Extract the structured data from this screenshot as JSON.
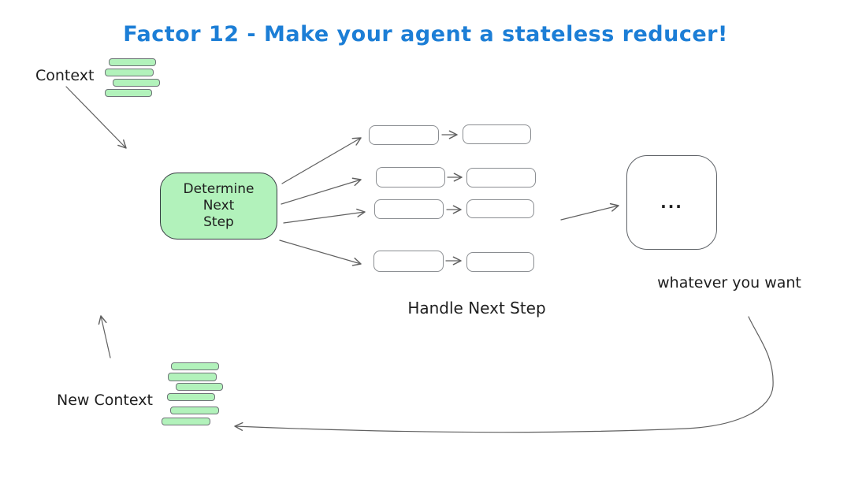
{
  "title": "Factor 12 - Make your agent a stateless reducer!",
  "colors": {
    "title_blue": "#1c7ed6",
    "green_fill": "#b2f2bb",
    "ink": "#1e1e1e",
    "arrow_gray": "#606060"
  },
  "nodes": {
    "context_label": "Context",
    "determine_box": {
      "lines": [
        "Determine",
        "Next",
        "Step"
      ]
    },
    "handle_next_step_label": "Handle Next Step",
    "ellipsis_box_label": "...",
    "whatever_label": "whatever you want",
    "new_context_label": "New Context"
  },
  "icons": {
    "context_stack": "stack-of-4-green-bars",
    "new_context_stack": "stack-of-6-green-bars"
  }
}
